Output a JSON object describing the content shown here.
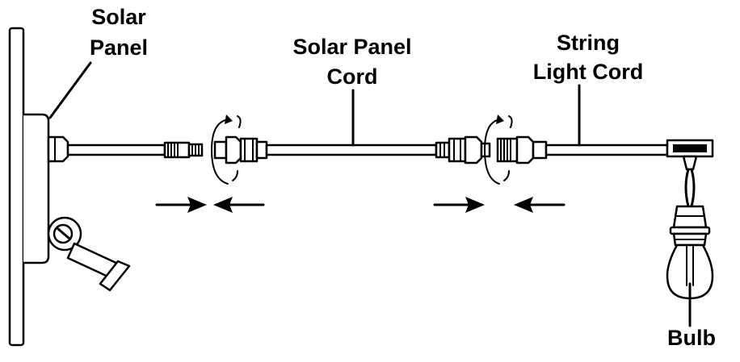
{
  "labels": {
    "solar_panel": [
      "Solar",
      "Panel"
    ],
    "solar_panel_cord": [
      "Solar Panel",
      "Cord"
    ],
    "string_light_cord": [
      "String",
      "Light Cord"
    ],
    "bulb": "Bulb"
  }
}
